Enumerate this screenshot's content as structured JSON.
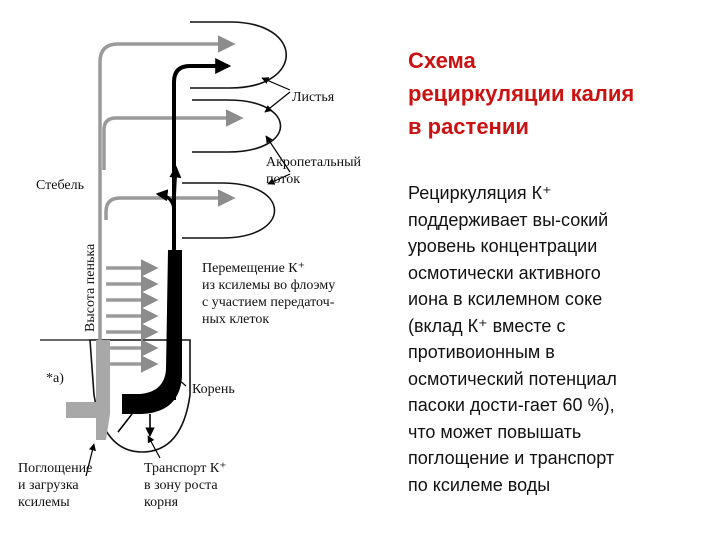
{
  "title": {
    "lines": [
      "Схема",
      "рециркуляции калия",
      "в растении"
    ]
  },
  "body": {
    "lines": [
      "Рециркуляция К⁺",
      "поддерживает вы-сокий",
      "уровень концентрации",
      "осмотически активного",
      "иона в ксилемном соке",
      "(вклад К⁺ вместе с",
      "противоионным в",
      "осмотический потенциал",
      "пасоки дости-гает 60 %),",
      "что может повышать",
      "поглощение и транспорт",
      "по ксилеме воды"
    ]
  },
  "diagram": {
    "leaves_label": "Листья",
    "acropetal_1": "Акропетальный",
    "acropetal_2": "поток",
    "stem_label": "Стебель",
    "stump_label": "Высота пенька",
    "move_1": "Перемещение К⁺",
    "move_2": "из ксилемы во флоэму",
    "move_3": "с участием передаточ-",
    "move_4": "ных клеток",
    "marker": "*а)",
    "root_label": "Корень",
    "uptake_1": "Поглощение",
    "uptake_2": "и загрузка",
    "uptake_3": "ксилемы",
    "transport_1": "Транспорт К⁺",
    "transport_2": "в зону роста",
    "transport_3": "корня"
  },
  "colors": {
    "title": "#cc1111",
    "xylem_gray": "#9a9a9a",
    "phloem_black": "#000000"
  }
}
